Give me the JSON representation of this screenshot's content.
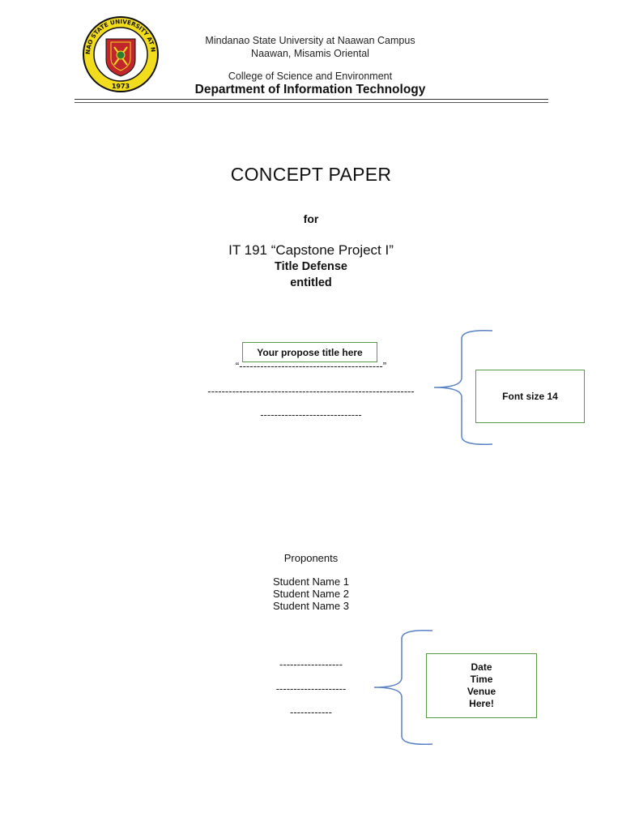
{
  "header": {
    "seal": {
      "name": "university-seal",
      "text": "MINDANAO STATE UNIVERSITY AT NAAWAN",
      "year": "1973",
      "colors": {
        "ring": "#f2dc1e",
        "shield": "#c0262c"
      }
    },
    "university": "Mindanao State University at Naawan Campus",
    "location": "Naawan, Misamis Oriental",
    "college": "College of Science and Environment",
    "department": "Department of Information Technology"
  },
  "document": {
    "title": "CONCEPT PAPER",
    "for_label": "for",
    "course": "IT 191 “Capstone Project I”",
    "defense": "Title Defense",
    "entitled": "entitled"
  },
  "title_section": {
    "placeholder_box": "Your propose title here",
    "line1": "“-----------------------------------------”",
    "line2": "-----------------------------------------------------------",
    "line3": "-----------------------------",
    "callout": "Font size 14"
  },
  "proponents": {
    "label": "Proponents",
    "students": [
      "Student Name 1",
      "Student Name 2",
      "Student Name 3"
    ]
  },
  "schedule_section": {
    "line1": "------------------",
    "line2": "--------------------",
    "line3": "------------",
    "callout_lines": [
      "Date",
      "Time",
      "Venue",
      "Here!"
    ]
  },
  "colors": {
    "callout_border": "#5b9a45",
    "brace": "#5b82c4"
  }
}
